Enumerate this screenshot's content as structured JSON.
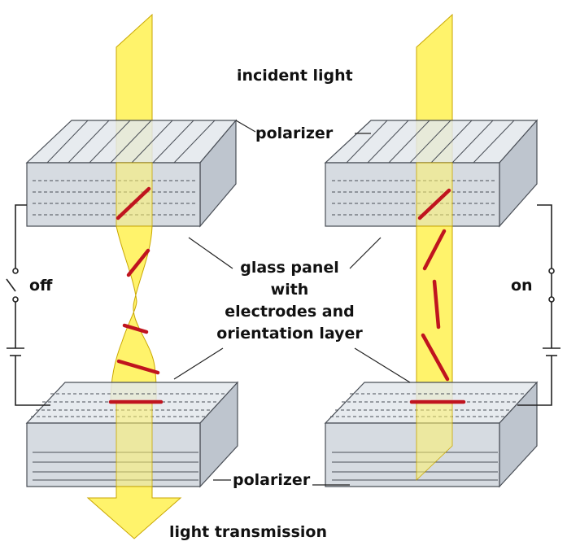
{
  "labels": {
    "incident_light": "incident light",
    "polarizer_top": "polarizer",
    "polarizer_bottom": "polarizer",
    "glass_panel_line1": "glass panel",
    "glass_panel_line2": "with",
    "glass_panel_line3": "electrodes and",
    "glass_panel_line4": "orientation layer",
    "switch_off": "off",
    "switch_on": "on",
    "light_transmission": "light transmission"
  },
  "colors": {
    "light": "#fff36b",
    "light_edge": "#c9a600",
    "molecule": "#c0141e",
    "glass_front": "#cfd5dc",
    "glass_top": "#e3e7ec",
    "glass_side": "#b7bfc9",
    "edge": "#4a4f57",
    "wire": "#222222"
  }
}
